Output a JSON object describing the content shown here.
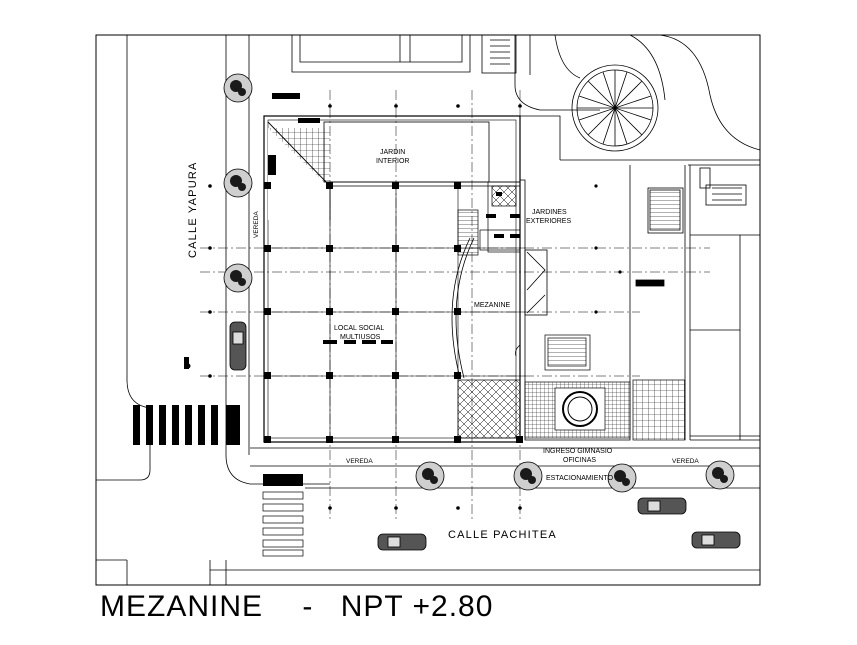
{
  "streets": {
    "left": "CALLE YAPURA",
    "bottom": "CALLE PACHITEA"
  },
  "labels": {
    "vereda_left": "VEREDA",
    "vereda_bottom_1": "VEREDA",
    "vereda_bottom_2": "VEREDA",
    "jardin_interior_1": "JARDIN",
    "jardin_interior_2": "INTERIOR",
    "jardines_exteriores_1": "JARDINES",
    "jardines_exteriores_2": "EXTERIORES",
    "mezanine": "MEZANINE",
    "local_social_1": "LOCAL SOCIAL",
    "local_social_2": "MULTIUSOS",
    "ingreso_1": "INGRESO GIMNASIO",
    "ingreso_2": "OFICINAS",
    "estacionamiento": "ESTACIONAMIENTO"
  },
  "title": {
    "name": "MEZANINE",
    "separator": "-",
    "level": "NPT +2.80"
  }
}
